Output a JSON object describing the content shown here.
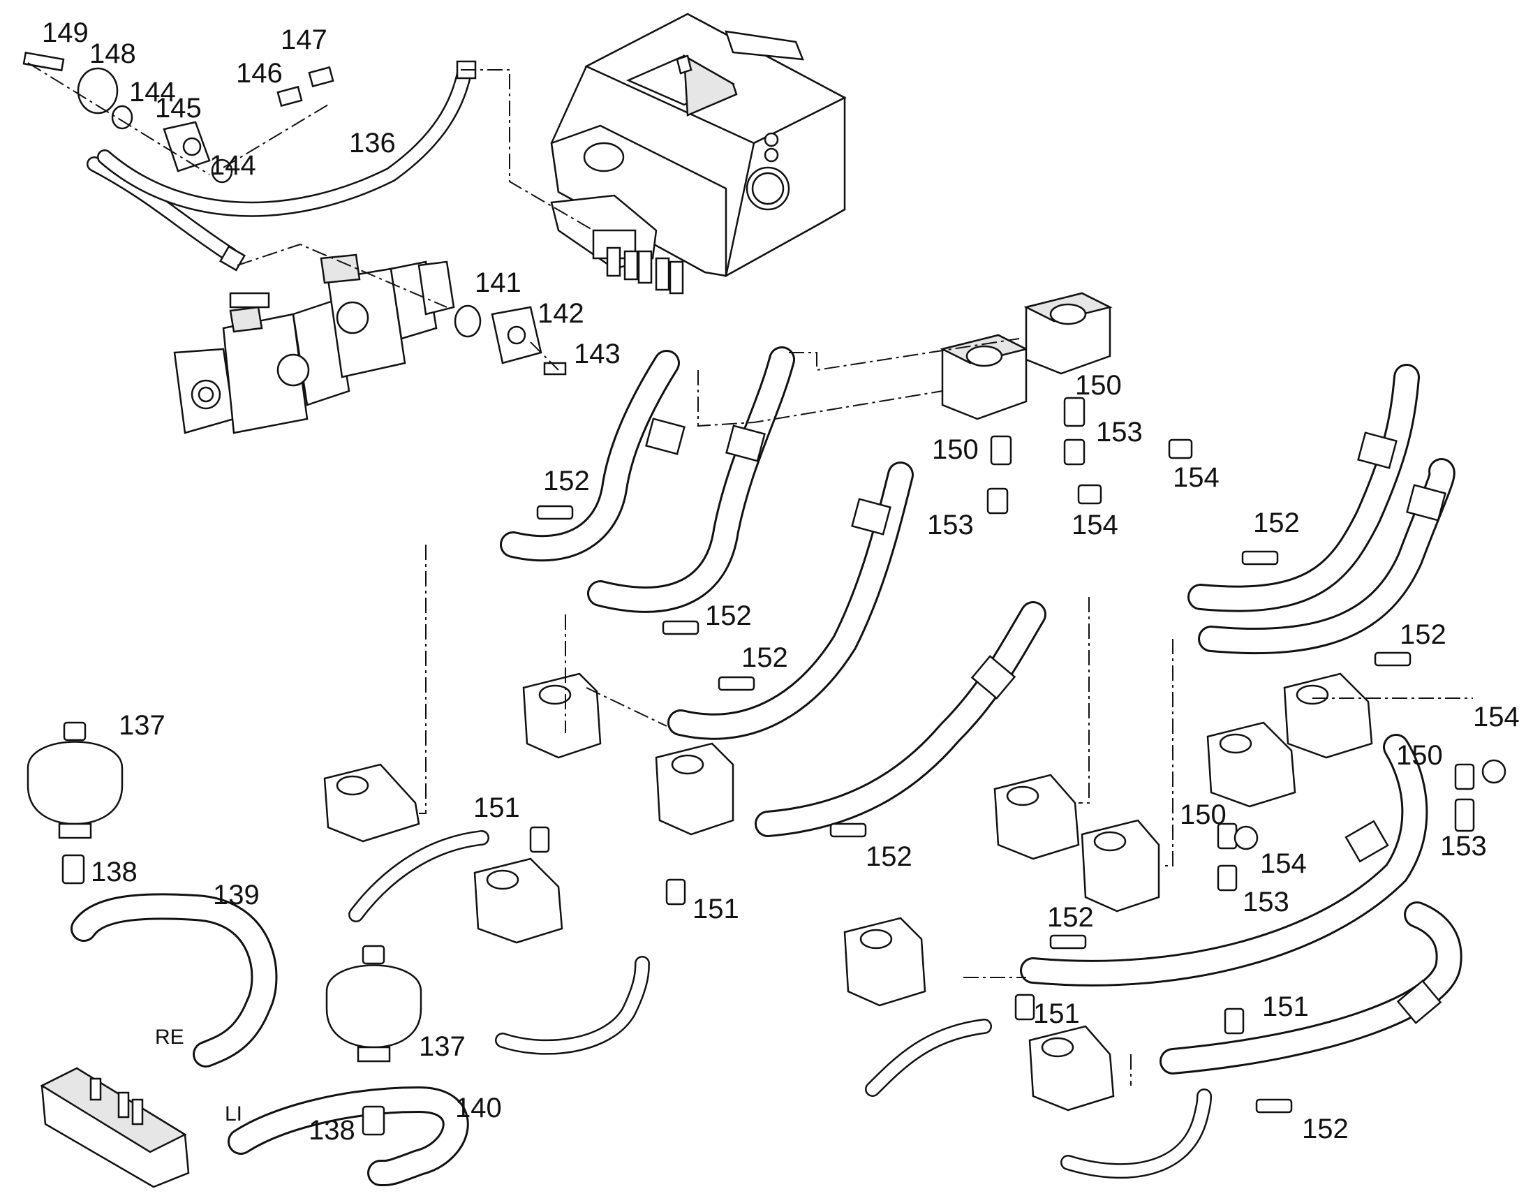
{
  "diagram": {
    "labels": {
      "l149": "149",
      "l148": "148",
      "l147": "147",
      "l146": "146",
      "l144a": "144",
      "l145": "145",
      "l144b": "144",
      "l136": "136",
      "l141": "141",
      "l142": "142",
      "l143": "143",
      "l150a": "150",
      "l150b": "150",
      "l153a": "153",
      "l153b": "153",
      "l154a": "154",
      "l154b": "154",
      "l152a": "152",
      "l152b": "152",
      "l152c": "152",
      "l152d": "152",
      "l152e": "152",
      "l152f": "152",
      "l152g": "152",
      "l152h": "152",
      "l151a": "151",
      "l151b": "151",
      "l151c": "151",
      "l151d": "151",
      "l150c": "150",
      "l150d": "150",
      "l154c": "154",
      "l154d": "154",
      "l153c": "153",
      "l153d": "153",
      "l137a": "137",
      "l137b": "137",
      "l138a": "138",
      "l138b": "138",
      "l139": "139",
      "l140": "140",
      "lRE": "RE",
      "lLI": "LI"
    }
  }
}
